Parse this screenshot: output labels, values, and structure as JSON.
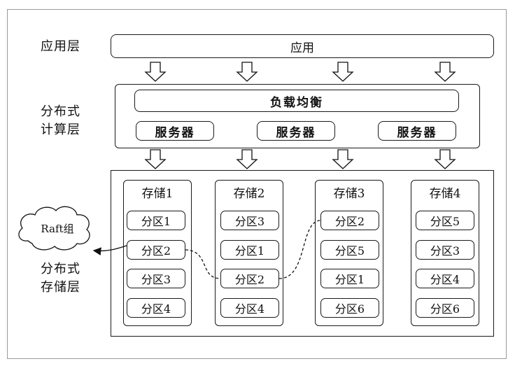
{
  "layers": {
    "application": {
      "label": "应用层",
      "box": "应用"
    },
    "compute": {
      "label_line1": "分布式",
      "label_line2": "计算层",
      "load_balancer": "负载均衡",
      "servers": [
        "服务器",
        "服务器",
        "服务器"
      ]
    },
    "storage": {
      "label_line1": "分布式",
      "label_line2": "存储层",
      "nodes": [
        {
          "title": "存储1",
          "partitions": [
            "分区1",
            "分区2",
            "分区3",
            "分区4"
          ]
        },
        {
          "title": "存储2",
          "partitions": [
            "分区3",
            "分区1",
            "分区2",
            "分区4"
          ]
        },
        {
          "title": "存储3",
          "partitions": [
            "分区2",
            "分区5",
            "分区1",
            "分区6"
          ]
        },
        {
          "title": "存储4",
          "partitions": [
            "分区5",
            "分区3",
            "分区4",
            "分区6"
          ]
        }
      ]
    }
  },
  "raft": {
    "label": "Raft组"
  }
}
